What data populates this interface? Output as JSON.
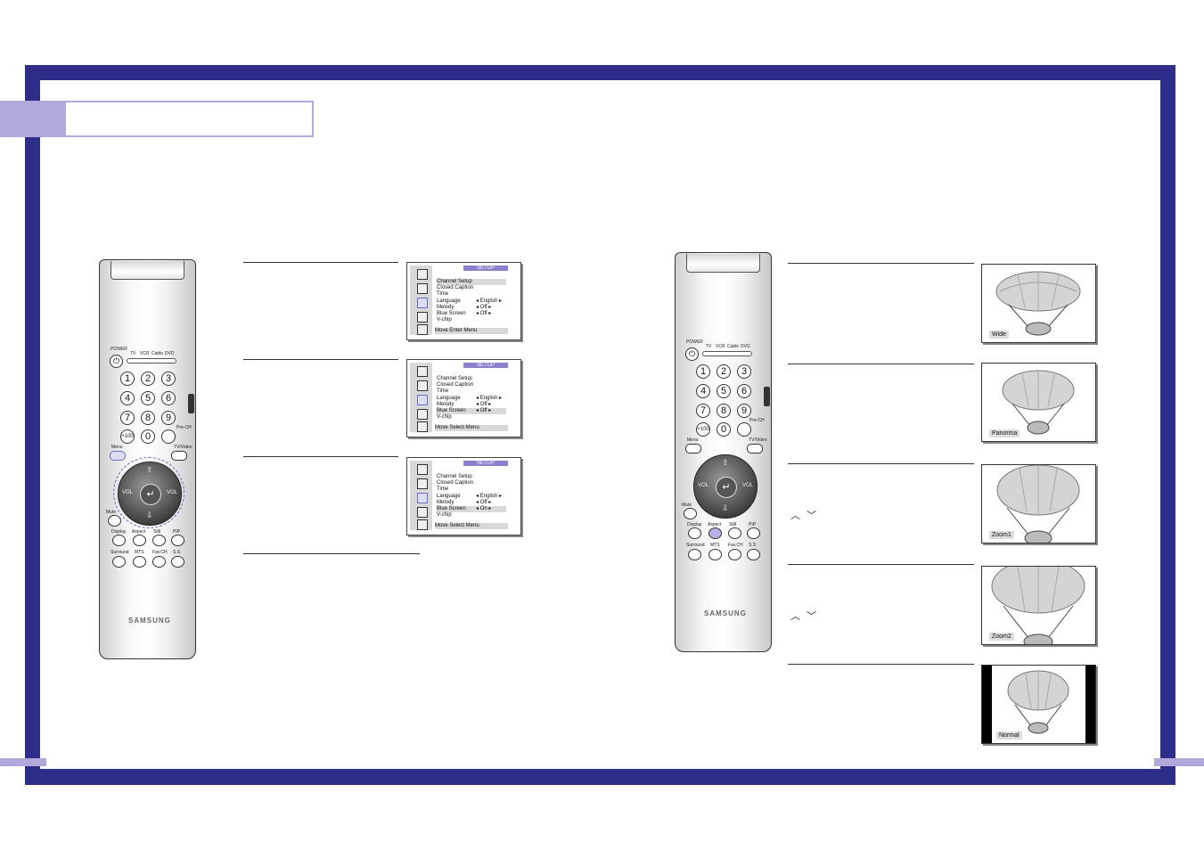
{
  "remote": {
    "power_label": "POWER",
    "source_labels": [
      "TV",
      "VCR",
      "Cable",
      "DVD"
    ],
    "digits": [
      "1",
      "2",
      "3",
      "4",
      "5",
      "6",
      "7",
      "8",
      "9",
      "+100",
      "0"
    ],
    "prech_label": "Pre-CH",
    "menu_label": "Menu",
    "tvvideo_label": "TV/Video",
    "mute_label": "Mute",
    "vol_minus": "VOL",
    "vol_plus": "VOL",
    "row1_labels": [
      "Display",
      "Aspect",
      "Still",
      "PIP"
    ],
    "row2_labels": [
      "Surround",
      "MTS",
      "Fav.CH",
      "S.S"
    ],
    "brand": "SAMSUNG"
  },
  "setup_menus": [
    {
      "header": "SETUP",
      "items": [
        "Channel Setup",
        "Closed Caption",
        "Time",
        "Language",
        "Melody",
        "Blue Screen",
        "V-chip"
      ],
      "values": {
        "Language": "English",
        "Melody": "Off",
        "Blue Screen": "Off"
      },
      "footer": "Move  Enter  Menu"
    },
    {
      "header": "SETUP",
      "items": [
        "Channel Setup",
        "Closed Caption",
        "Time",
        "Language",
        "Melody",
        "Blue Screen",
        "V-chip"
      ],
      "values": {
        "Language": "English",
        "Melody": "Off",
        "Blue Screen": "Off"
      },
      "footer": "Move  Select  Menu"
    },
    {
      "header": "SETUP",
      "items": [
        "Channel Setup",
        "Closed Caption",
        "Time",
        "Language",
        "Melody",
        "Blue Screen",
        "V-chip"
      ],
      "values": {
        "Language": "English",
        "Melody": "Off",
        "Blue Screen": "On"
      },
      "footer": "Move  Select  Menu"
    }
  ],
  "aspect_modes": [
    "Wide",
    "Panorma",
    "Zoom1",
    "Zoom2",
    "Normal"
  ],
  "colors": {
    "frame": "#2e2e8a",
    "accent": "#b3a8dc",
    "highlight": "#8b80cc"
  }
}
